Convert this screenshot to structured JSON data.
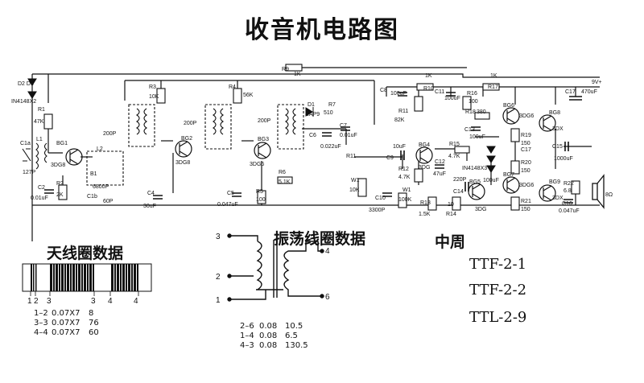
{
  "title": "收音机电路图",
  "antenna": {
    "heading": "天线圈数据",
    "pins": [
      "1",
      "2",
      "3",
      "3",
      "4",
      "4"
    ],
    "rows": [
      {
        "term": "1–2",
        "wire": "0.07X7",
        "turns": "8"
      },
      {
        "term": "3–3",
        "wire": "0.07X7",
        "turns": "76"
      },
      {
        "term": "4–4",
        "wire": "0.07X7",
        "turns": "60"
      }
    ]
  },
  "oscillator": {
    "heading": "振荡线圈数据",
    "pins": [
      "3",
      "2",
      "1",
      "4",
      "6"
    ],
    "rows": [
      {
        "term": "2–6",
        "wire": "0.08",
        "turns": "10.5"
      },
      {
        "term": "1–4",
        "wire": "0.08",
        "turns": "6.5"
      },
      {
        "term": "4–3",
        "wire": "0.08",
        "turns": "130.5"
      }
    ]
  },
  "if_transformer": {
    "heading": "中周",
    "items": [
      "TTF-2-1",
      "TTF-2-2",
      "TTL-2-9"
    ]
  },
  "components": {
    "r9": "R9",
    "r9v": "1K",
    "d2d3": "D2  D3",
    "diode": "IN4148X2",
    "r1": "R1",
    "r1v": "47K",
    "c1a": "C1a",
    "l1": "L1",
    "c1al": "127P",
    "bg1": "BG1",
    "q3dg8": "3DG8",
    "c2": "C2",
    "c2v": "0.01uF",
    "r2": "R2",
    "r2v": "2K",
    "l2": "L2",
    "b1": "B1",
    "c3": "6800P",
    "c1b": "C1b",
    "c1bv": "60P",
    "r3": "R3",
    "r3v": "10K",
    "p200a": "200P",
    "p200b": "200P",
    "p200c": "200P",
    "bg2": "BG2",
    "q3dg8b": "3DG8",
    "c4": "C4",
    "c4v": "30uF",
    "r4": "R4",
    "r4v": "56K",
    "bg3": "BG3",
    "q3dg6": "3DG6",
    "c5": "C5",
    "c5v": "0.047uF",
    "r5": "R5",
    "r5v": "100",
    "r6": "R6",
    "r6v": "5.1K",
    "d1": "D1",
    "zap9": "2AP9",
    "r7": "R7",
    "r7v": "510",
    "c6": "C6",
    "c6v": "0.022uF",
    "c7": "C7",
    "c7v": "0.01uF",
    "r11": "R11",
    "w1": "W1",
    "w1v": "10K",
    "c10": "C10",
    "c10v": "3300P",
    "c8": "C8",
    "c8v": "100uF",
    "r11b": "R11",
    "r11bv": "82K",
    "c9": "C9",
    "c9v": "10uF",
    "bg4": "BG4",
    "q3dg": "3DG",
    "r12": "R12",
    "r12v": "4.7K",
    "c12": "C12",
    "c12v": "47uF",
    "w": "W1",
    "wv": "100K",
    "r13": "R13",
    "r13v": "1.5K",
    "r14": "R14",
    "r14v": "10",
    "r10": "R10",
    "r10v": "1K",
    "c11": "C11",
    "c11v": "100uF",
    "r16": "R16",
    "r16v": "100",
    "r18": "R18",
    "r18v": "380",
    "c13": "C13",
    "c13v": "100uF",
    "r15": "R15",
    "r15v": "4.7K",
    "c14": "C14",
    "c14v": "220P",
    "bg5": "BG5",
    "q3dgb": "3DG",
    "diode2": "IN4148X3",
    "c100": "100uF",
    "bg6": "BG6",
    "q3dg6b": "3DG6",
    "bg7": "BG7",
    "q3dg6c": "3DG6",
    "bg8": "BG8",
    "q3dx": "3DX",
    "bg9": "BG9",
    "q3dxb": "3DX",
    "r17": "R17",
    "r17v": "1K",
    "r19": "R19",
    "r19v": "150",
    "c17": "C17",
    "r20": "R20",
    "r20v": "150",
    "r21": "R21",
    "r21v": "150",
    "r22": "R22",
    "r22v": "6.8",
    "c15": "C15",
    "c15v": "1000uF",
    "c16": "C16",
    "c16v": "0.047uF",
    "c17b": "C17",
    "c17bv": "470uF",
    "vplus": "9V+",
    "spk": "8Ω"
  }
}
